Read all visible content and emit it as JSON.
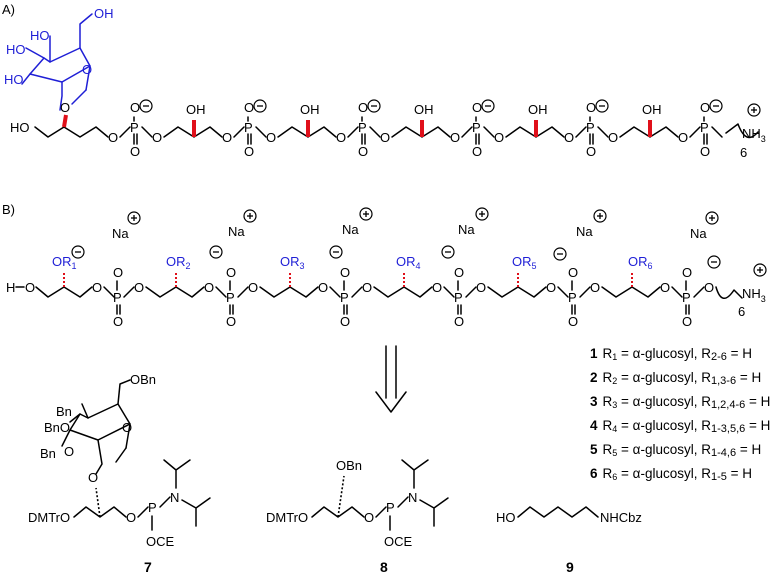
{
  "panels": {
    "a": "A)",
    "b": "B)"
  },
  "atoms": {
    "HO": "HO",
    "O": "O",
    "P": "P",
    "OH": "OH",
    "NH3": "NH",
    "NH3_sub": "3",
    "n6": "6",
    "Na": "Na",
    "H": "H",
    "OR": "OR",
    "DMTrO": "DMTrO",
    "OCE": "OCE",
    "N": "N",
    "OBn": "OBn",
    "Bn": "Bn",
    "BnO": "BnO",
    "NHCbz": "NHCbz"
  },
  "charges": {
    "minus": "−",
    "plus": "+"
  },
  "r_subscripts": [
    "1",
    "2",
    "3",
    "4",
    "5",
    "6"
  ],
  "legend": [
    {
      "num": "1",
      "r": "R",
      "rsub": "1",
      "eq": " = α-glucosyl, R",
      "rest": "2-6",
      "tail": " = H"
    },
    {
      "num": "2",
      "r": "R",
      "rsub": "2",
      "eq": " = α-glucosyl, R",
      "rest": "1,3-6",
      "tail": " = H"
    },
    {
      "num": "3",
      "r": "R",
      "rsub": "3",
      "eq": " = α-glucosyl, R",
      "rest": "1,2,4-6",
      "tail": " = H"
    },
    {
      "num": "4",
      "r": "R",
      "rsub": "4",
      "eq": " = α-glucosyl, R",
      "rest": "1-3,5,6",
      "tail": " = H"
    },
    {
      "num": "5",
      "r": "R",
      "rsub": "5",
      "eq": " = α-glucosyl, R",
      "rest": "1-4,6",
      "tail": " = H"
    },
    {
      "num": "6",
      "r": "R",
      "rsub": "6",
      "eq": " = α-glucosyl, R",
      "rest": "1-5",
      "tail": " = H"
    }
  ],
  "compounds": {
    "c7": "7",
    "c8": "8",
    "c9": "9"
  },
  "colors": {
    "glucose": "#1f1fd6",
    "stereo": "#e0101a",
    "ink": "#000000"
  }
}
